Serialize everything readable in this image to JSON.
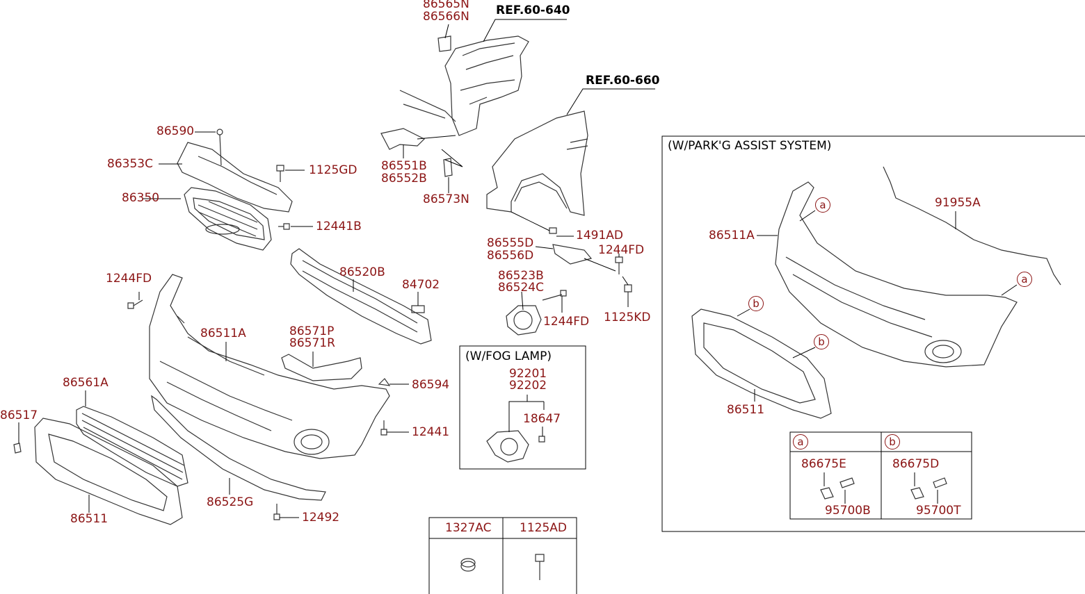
{
  "refs": {
    "ref_640": "REF.60-640",
    "ref_660": "REF.60-660"
  },
  "labels": {
    "p86565n": "86565N",
    "p86566n": "86566N",
    "p86590": "86590",
    "p86353c": "86353C",
    "p1125gd": "1125GD",
    "p86350": "86350",
    "p12441b": "12441B",
    "p86551b": "86551B",
    "p86552b": "86552B",
    "p86573n": "86573N",
    "p1491ad": "1491AD",
    "p86555d": "86555D",
    "p86556d": "86556D",
    "p1244fd_right": "1244FD",
    "p1125kd": "1125KD",
    "p86523b": "86523B",
    "p86524c": "86524C",
    "p1244fd_mid": "1244FD",
    "p1244fd_left": "1244FD",
    "p86520b": "86520B",
    "p84702": "84702",
    "p86511a": "86511A",
    "p86571p": "86571P",
    "p86571r": "86571R",
    "p86594": "86594",
    "p12441": "12441",
    "p86561a": "86561A",
    "p86517": "86517",
    "p86511": "86511",
    "p86525g": "86525G",
    "p12492": "12492"
  },
  "fog_box": {
    "title": "(W/FOG LAMP)",
    "p92201": "92201",
    "p92202": "92202",
    "p18647": "18647"
  },
  "park_box": {
    "title": "(W/PARK'G ASSIST SYSTEM)",
    "p91955a": "91955A",
    "p86511a": "86511A",
    "p86511": "86511",
    "callout_a": "a",
    "callout_b": "b",
    "table": {
      "col_a": "a",
      "col_b": "b",
      "a_part1": "86675E",
      "a_part2": "95700B",
      "b_part1": "86675D",
      "b_part2": "95700T"
    }
  },
  "fastener_table": {
    "col1": "1327AC",
    "col2": "1125AD"
  },
  "colors": {
    "label": "#8b1414",
    "line": "#000000",
    "part_stroke": "#333333"
  }
}
